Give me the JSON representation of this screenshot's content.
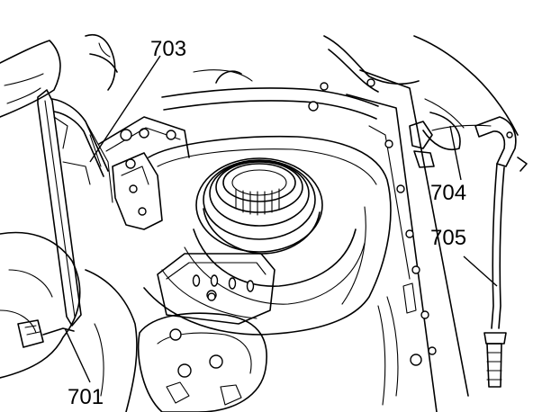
{
  "callouts": {
    "c701": "701",
    "c703": "703",
    "c704": "704",
    "c705": "705"
  },
  "colors": {
    "ink": "#000000",
    "paper": "#ffffff"
  }
}
